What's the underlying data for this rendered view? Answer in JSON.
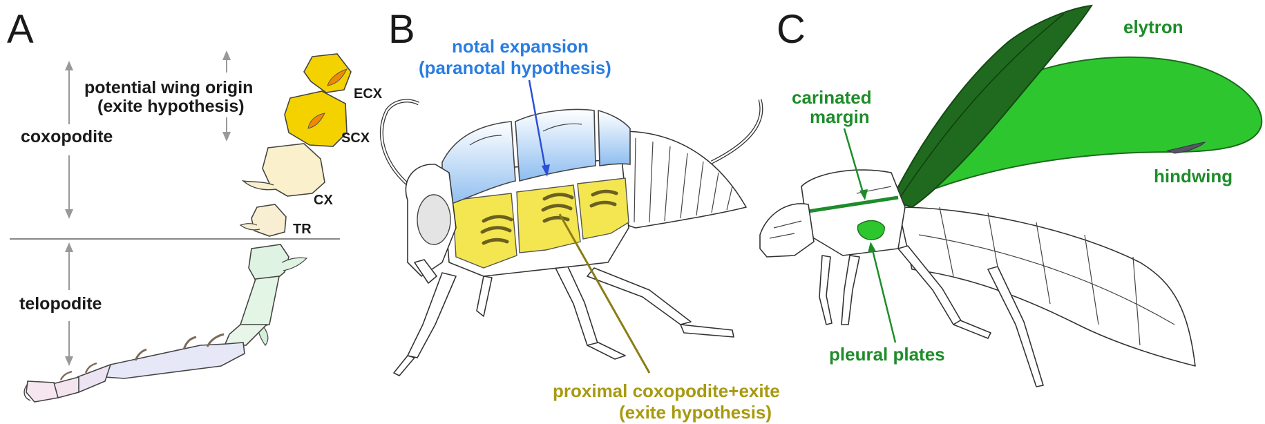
{
  "panels": {
    "a": {
      "letter": "A",
      "potential_wing_origin_line1": "potential wing origin",
      "potential_wing_origin_line2": "(exite hypothesis)",
      "coxopodite": "coxopodite",
      "telopodite": "telopodite",
      "segments": {
        "ecx": "ECX",
        "scx": "SCX",
        "cx": "CX",
        "tr": "TR"
      }
    },
    "b": {
      "letter": "B",
      "notal_line1": "notal expansion",
      "notal_line2": "(paranotal hypothesis)",
      "proximal_line1": "proximal coxopodite+exite",
      "proximal_line2": "(exite hypothesis)"
    },
    "c": {
      "letter": "C",
      "elytron": "elytron",
      "hindwing": "hindwing",
      "carinated_line1": "carinated",
      "carinated_line2": "margin",
      "pleural_plates": "pleural plates"
    }
  },
  "colors": {
    "blue_label": "#2a7de1",
    "olive_label": "#a89a10",
    "green_label": "#1e8c2a",
    "dark_green": "#1d6a1d",
    "wing_green": "#2ec62e",
    "yellow": "#f2d600",
    "orange": "#f08a00",
    "cream": "#f8efc8",
    "mint": "#dff3e2",
    "lavender": "#e6e6f7",
    "pink": "#f5e4ee",
    "notal_blue": "#9cc8f0"
  }
}
